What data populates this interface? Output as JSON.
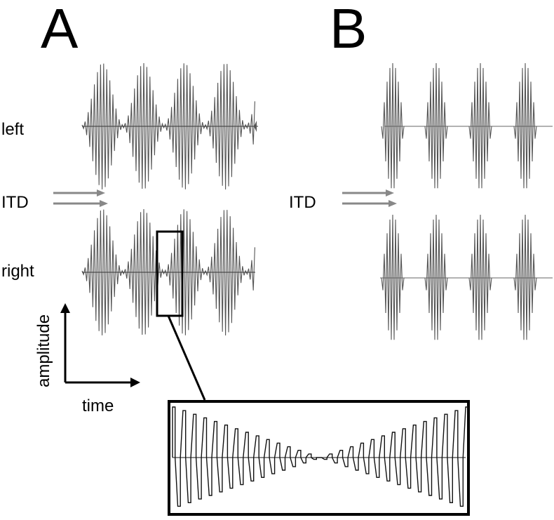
{
  "panel_a": {
    "letter": "A",
    "channels": [
      "left",
      "right"
    ],
    "itd_label": "ITD",
    "axes": {
      "vertical": "amplitude",
      "horizontal": "time"
    },
    "envelope": "sinusoidal",
    "cycles_shown": 4
  },
  "panel_b": {
    "letter": "B",
    "itd_label": "ITD",
    "envelope": "pulsed",
    "cycles_shown": 4
  },
  "colors": {
    "waveform": "#555555",
    "arrow": "#888888",
    "baseline_b": "#999999",
    "axes": "#000000"
  },
  "inset": {
    "description_visible": false
  }
}
